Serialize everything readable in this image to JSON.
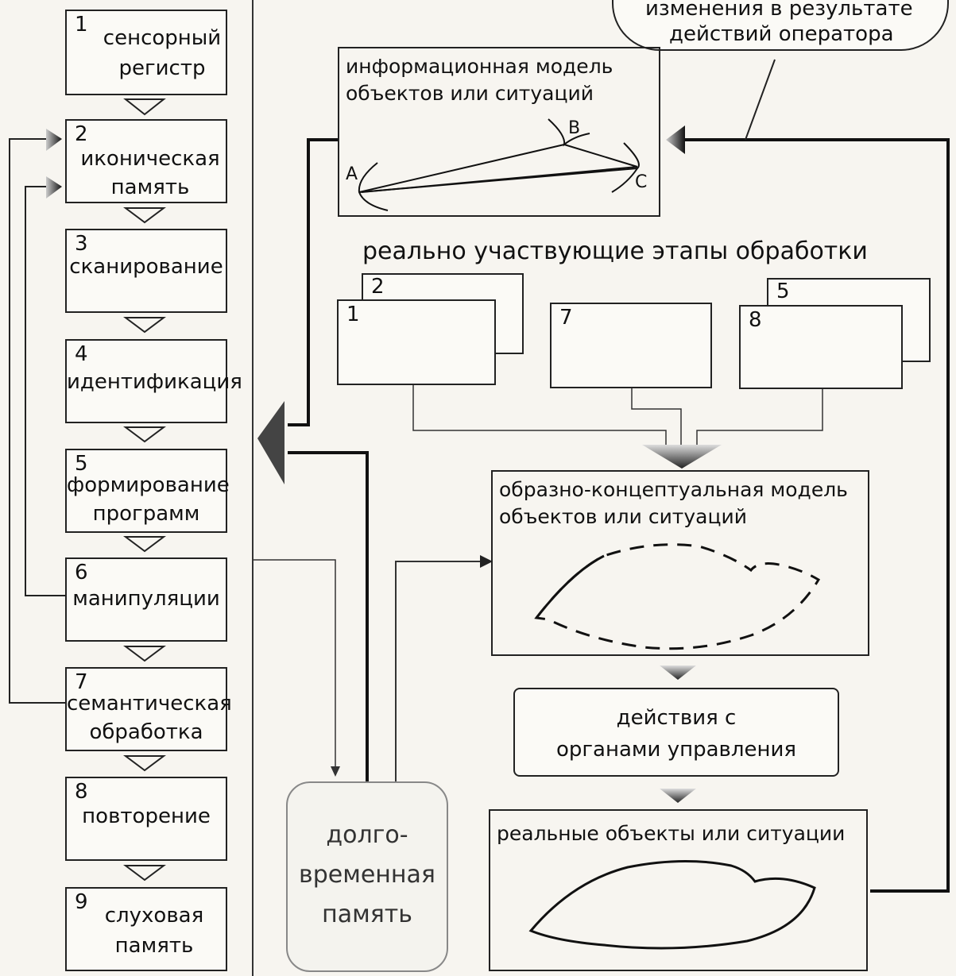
{
  "stages": [
    {
      "num": "1",
      "lines": [
        "сенсорный",
        "регистр"
      ]
    },
    {
      "num": "2",
      "lines": [
        "иконическая",
        "память"
      ]
    },
    {
      "num": "3",
      "lines": [
        "сканирование"
      ]
    },
    {
      "num": "4",
      "lines": [
        "идентификация"
      ]
    },
    {
      "num": "5",
      "lines": [
        "формирование",
        "программ"
      ]
    },
    {
      "num": "6",
      "lines": [
        "манипуляции"
      ]
    },
    {
      "num": "7",
      "lines": [
        "семантическая",
        "обработка"
      ]
    },
    {
      "num": "8",
      "lines": [
        "повторение"
      ]
    },
    {
      "num": "9",
      "lines": [
        "слуховая",
        "память"
      ]
    }
  ],
  "bubble": {
    "line1": "изменения в результате",
    "line2": "действий оператора"
  },
  "info_model": {
    "line1": "информационная модель",
    "line2": "объектов или ситуаций",
    "point_a": "А",
    "point_b": "В",
    "point_c": "С"
  },
  "stages_heading": "реально участвующие этапы обработки",
  "active_stages": {
    "s2": "2",
    "s1": "1",
    "s7": "7",
    "s5": "5",
    "s8": "8"
  },
  "concept_model": {
    "line1": "образно-концептуальная модель",
    "line2": "объектов или ситуаций"
  },
  "actions": {
    "line1": "действия с",
    "line2": "органами управления"
  },
  "real_objects": "реальные объекты или ситуации",
  "ltm": {
    "line1": "долго-",
    "line2": "временная",
    "line3": "память"
  }
}
